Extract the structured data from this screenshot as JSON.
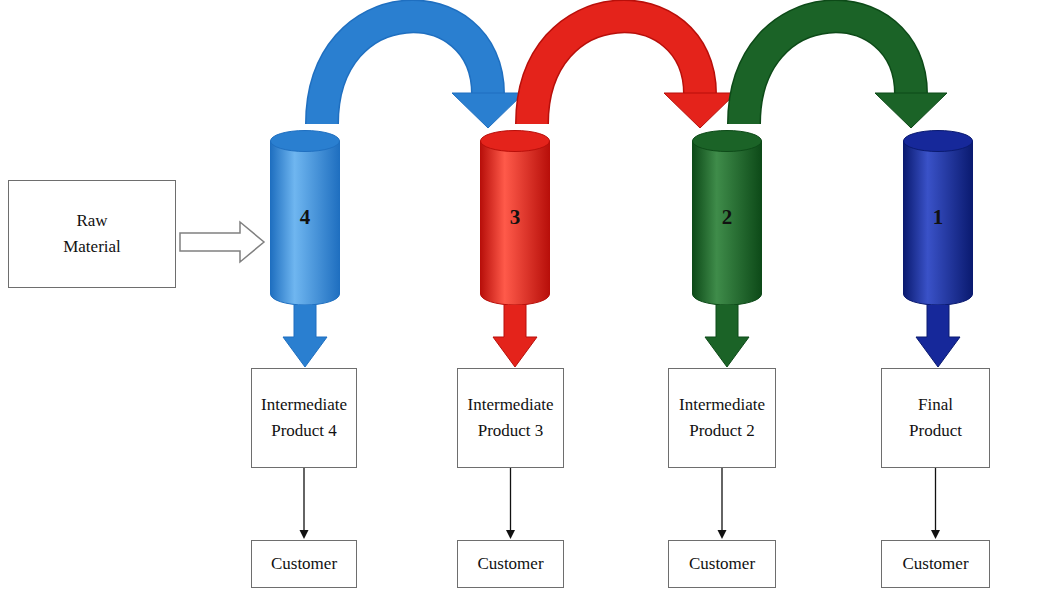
{
  "diagram": {
    "nodes": [
      {
        "text": [
          "Raw Material"
        ]
      },
      {
        "text": [
          "4"
        ]
      },
      {
        "text": [
          "3"
        ]
      },
      {
        "text": [
          "2"
        ]
      },
      {
        "text": [
          "1"
        ]
      },
      {
        "text": [
          "Intermediate Product 4"
        ]
      },
      {
        "text": [
          "Intermediate Product 3"
        ]
      },
      {
        "text": [
          "Intermediate Product 2"
        ]
      },
      {
        "text": [
          "Final Product"
        ]
      },
      {
        "text": [
          "Customer"
        ]
      },
      {
        "text": [
          "Customer"
        ]
      },
      {
        "text": [
          "Customer"
        ]
      },
      {
        "text": [
          "Customer"
        ]
      }
    ],
    "edges": [
      {
        "from": 0,
        "to": 1,
        "arrow": "to"
      },
      {
        "from": 1,
        "to": 2,
        "arrow": "to"
      },
      {
        "from": 2,
        "to": 3,
        "arrow": "to"
      },
      {
        "from": 3,
        "to": 4,
        "arrow": "to"
      },
      {
        "from": 1,
        "to": 5,
        "arrow": "to"
      },
      {
        "from": 2,
        "to": 6,
        "arrow": "to"
      },
      {
        "from": 3,
        "to": 7,
        "arrow": "to"
      },
      {
        "from": 4,
        "to": 8,
        "arrow": "to"
      },
      {
        "from": 5,
        "to": 9,
        "arrow": "to"
      },
      {
        "from": 6,
        "to": 10,
        "arrow": "to"
      },
      {
        "from": 7,
        "to": 11,
        "arrow": "to"
      },
      {
        "from": 8,
        "to": 12,
        "arrow": "to"
      }
    ]
  }
}
